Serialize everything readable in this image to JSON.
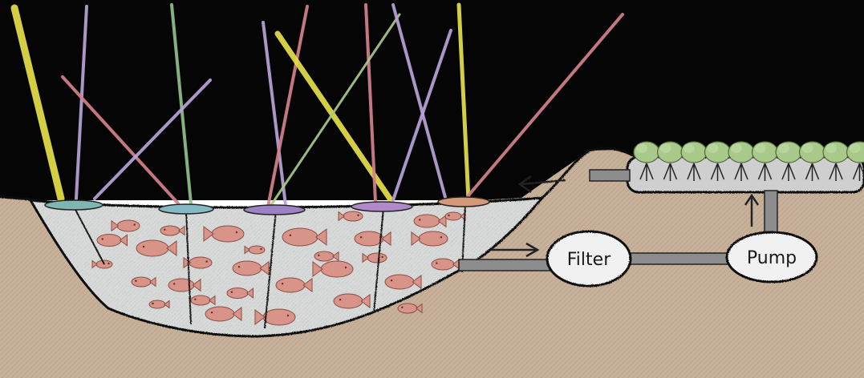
{
  "labels": {
    "filter": "Filter",
    "pump": "Pump"
  },
  "colors": {
    "sky": "#050505",
    "soil": "#c8b29a",
    "soil_dark": "#a88c72",
    "water": "#d9dbdb",
    "fish": "#d9948a",
    "plant": "#a9c98a",
    "pipe": "#8d8d8d",
    "ground_line": "#151515"
  },
  "beams": [
    {
      "color": "#e6e04a"
    },
    {
      "color": "#b9a3d8"
    },
    {
      "color": "#d4828c"
    },
    {
      "color": "#8fc08a"
    },
    {
      "color": "#b9a3d8"
    },
    {
      "color": "#b9a3d8"
    },
    {
      "color": "#d4828c"
    },
    {
      "color": "#e6e04a"
    },
    {
      "color": "#d4828c"
    },
    {
      "color": "#a9c98a"
    },
    {
      "color": "#b9a3d8"
    },
    {
      "color": "#b9a3d8"
    },
    {
      "color": "#e6e04a"
    },
    {
      "color": "#d4828c"
    }
  ],
  "light_disks": [
    {
      "color": "#7fb6b0"
    },
    {
      "color": "#86b9c4"
    },
    {
      "color": "#9c82c4"
    },
    {
      "color": "#b08ac8"
    },
    {
      "color": "#d49a78"
    }
  ],
  "plant_count": 10,
  "fish_count": 30,
  "arrow_direction_filter": "right",
  "arrow_direction_pump_to_bed": "up",
  "arrow_direction_return": "left"
}
